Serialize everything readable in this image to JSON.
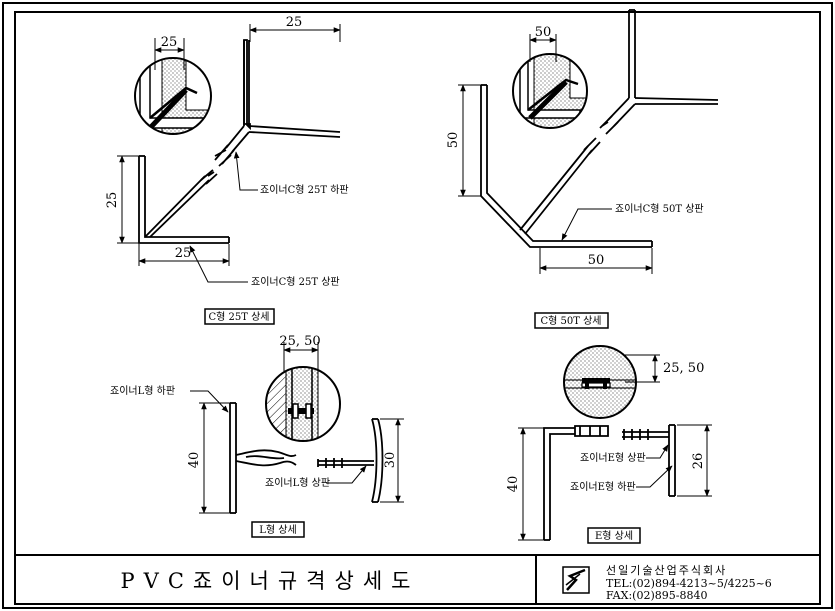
{
  "title_block": {
    "title": "PVC죠이너규격상세도",
    "company": "선일기술산업주식회사",
    "tel": "TEL:(02)894-4213~5/4225~6",
    "fax": "FAX:(02)895-8840"
  },
  "detail_c25": {
    "caption": "C형 25T 상세",
    "dim_inset": "25",
    "dim_top": "25",
    "dim_left": "25",
    "dim_bottom": "25",
    "label_lower": "죠이너C형 25T 하판",
    "label_upper": "죠이너C형 25T 상판"
  },
  "detail_c50": {
    "caption": "C형 50T 상세",
    "dim_inset": "50",
    "dim_left": "50",
    "dim_bottom": "50",
    "label_upper": "죠이너C형 50T 상판"
  },
  "detail_l": {
    "caption": "L형 상세",
    "dim_top": "25, 50",
    "dim_left": "40",
    "dim_right": "30",
    "label_lower": "죠이너L형 하판",
    "label_upper": "죠이너L형 상판"
  },
  "detail_e": {
    "caption": "E형 상세",
    "dim_top": "25, 50",
    "dim_left": "40",
    "dim_right": "26",
    "label_upper": "죠이너E형 상판",
    "label_lower": "죠이너E형 하판"
  }
}
